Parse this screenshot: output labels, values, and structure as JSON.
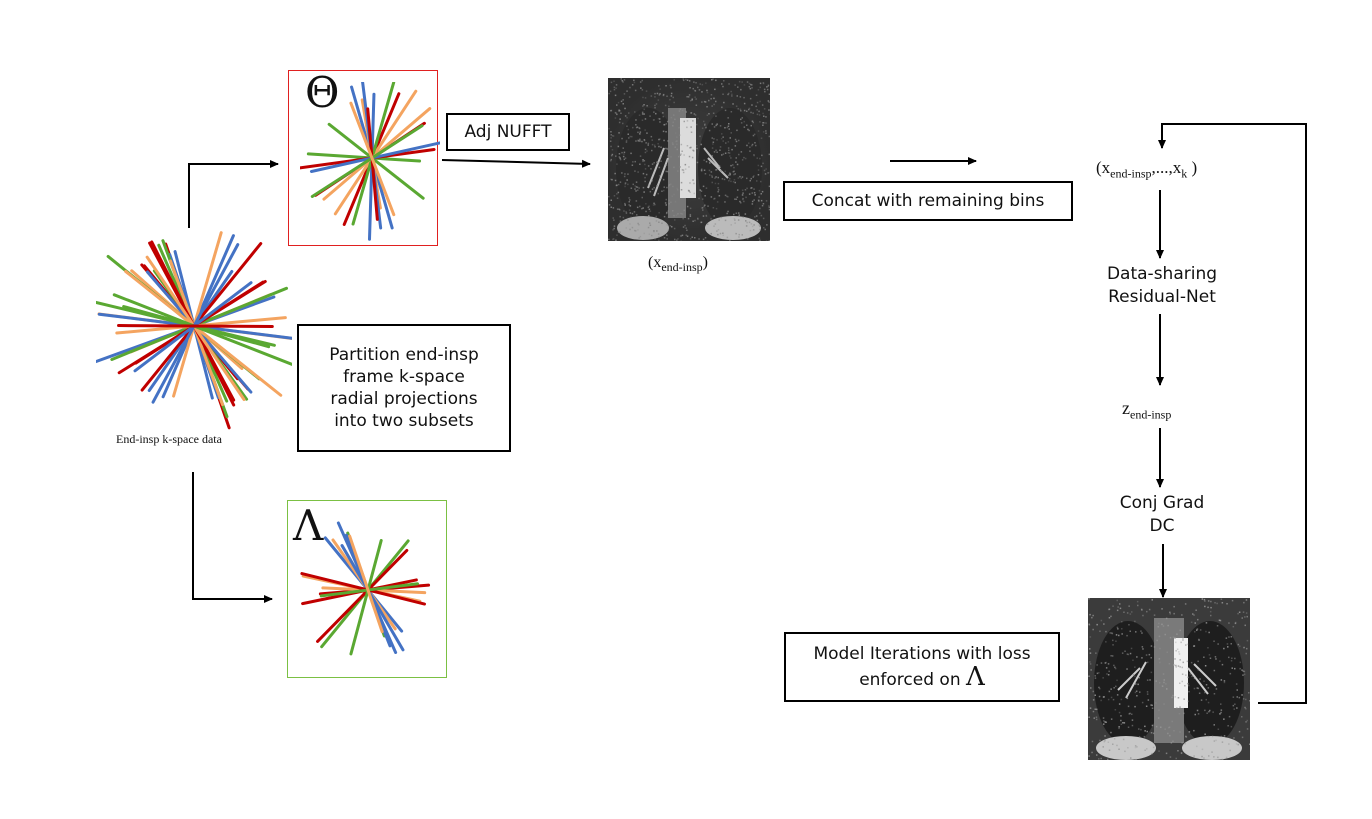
{
  "labels": {
    "theta_symbol": "Θ",
    "lambda_symbol": "Λ",
    "adj_nufft": "Adj NUFFT",
    "x_end_insp": "(x",
    "x_end_insp_sub": "end-insp",
    "x_end_insp_close": ")",
    "concat": "Concat with remaining bins",
    "tuple_open": "(x",
    "tuple_sub1": "end-insp",
    "tuple_mid": ",...,x",
    "tuple_sub2": "k",
    "tuple_close": " )",
    "residual_net_line1": "Data-sharing",
    "residual_net_line2": "Residual-Net",
    "z_main": "z",
    "z_sub": "end-insp",
    "conj_grad_line1": "Conj Grad",
    "conj_grad_line2": "DC",
    "partition_line1": "Partition end-insp",
    "partition_line2": "frame k-space",
    "partition_line3": "radial projections",
    "partition_line4": "into two subsets",
    "kspace_caption": "End-insp k-space data",
    "model_line1": "Model Iterations with loss",
    "model_line2": "enforced on",
    "model_lambda": "Λ"
  },
  "colors": {
    "theta_box_border": "#e02020",
    "lambda_box_border": "#7bc043",
    "spoke_blue": "#4472c4",
    "spoke_red": "#c00000",
    "spoke_green": "#5aa832",
    "spoke_orange": "#f4a460",
    "arrow": "#000000"
  }
}
